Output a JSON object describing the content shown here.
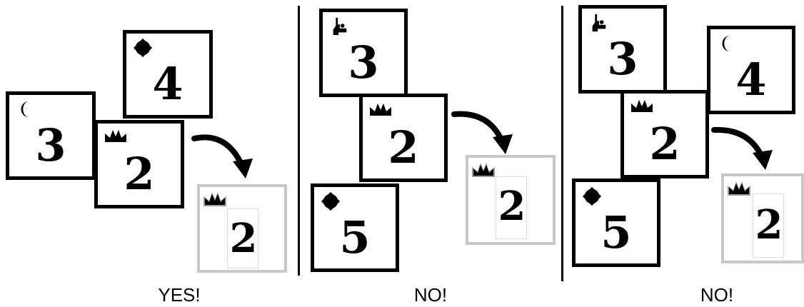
{
  "panels": [
    {
      "caption": "YES!",
      "cards": [
        {
          "number": "4",
          "suit": "sun-icon"
        },
        {
          "number": "3",
          "suit": "moon-icon"
        },
        {
          "number": "2",
          "suit": "crown-icon"
        }
      ],
      "result": {
        "number": "2",
        "suit": "crown-icon"
      }
    },
    {
      "caption": "NO!",
      "cards": [
        {
          "number": "3",
          "suit": "hand-icon"
        },
        {
          "number": "2",
          "suit": "crown-icon"
        },
        {
          "number": "5",
          "suit": "sun-icon"
        }
      ],
      "result": {
        "number": "2",
        "suit": "crown-icon"
      }
    },
    {
      "caption": "NO!",
      "cards": [
        {
          "number": "3",
          "suit": "hand-icon"
        },
        {
          "number": "4",
          "suit": "moon-icon"
        },
        {
          "number": "2",
          "suit": "crown-icon"
        },
        {
          "number": "5",
          "suit": "sun-icon"
        }
      ],
      "result": {
        "number": "2",
        "suit": "crown-icon"
      }
    }
  ],
  "colors": {
    "ink": "#000000",
    "result_border": "#c8c8c8",
    "result_shade": "#8a8a8a"
  }
}
